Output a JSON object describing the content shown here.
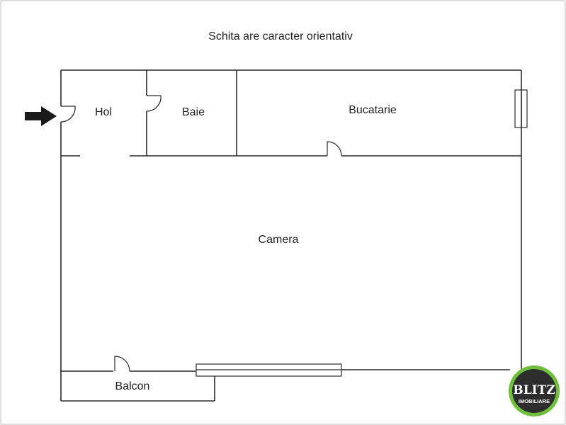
{
  "plan": {
    "note": "Schita are caracter orientativ",
    "rooms": {
      "hol": "Hol",
      "baie": "Baie",
      "bucatarie": "Bucatarie",
      "camera": "Camera",
      "balcon": "Balcon"
    }
  },
  "logo": {
    "title": "BLITZ",
    "subtitle": "IMOBILIARE",
    "colors": {
      "ring": "#6fbf3b",
      "fill": "#2d2d2d",
      "text": "#ffffff"
    }
  },
  "colors": {
    "walls": "#2a2a2a",
    "frame": "#bdbdbd",
    "arrow": "#1a1a1a"
  }
}
